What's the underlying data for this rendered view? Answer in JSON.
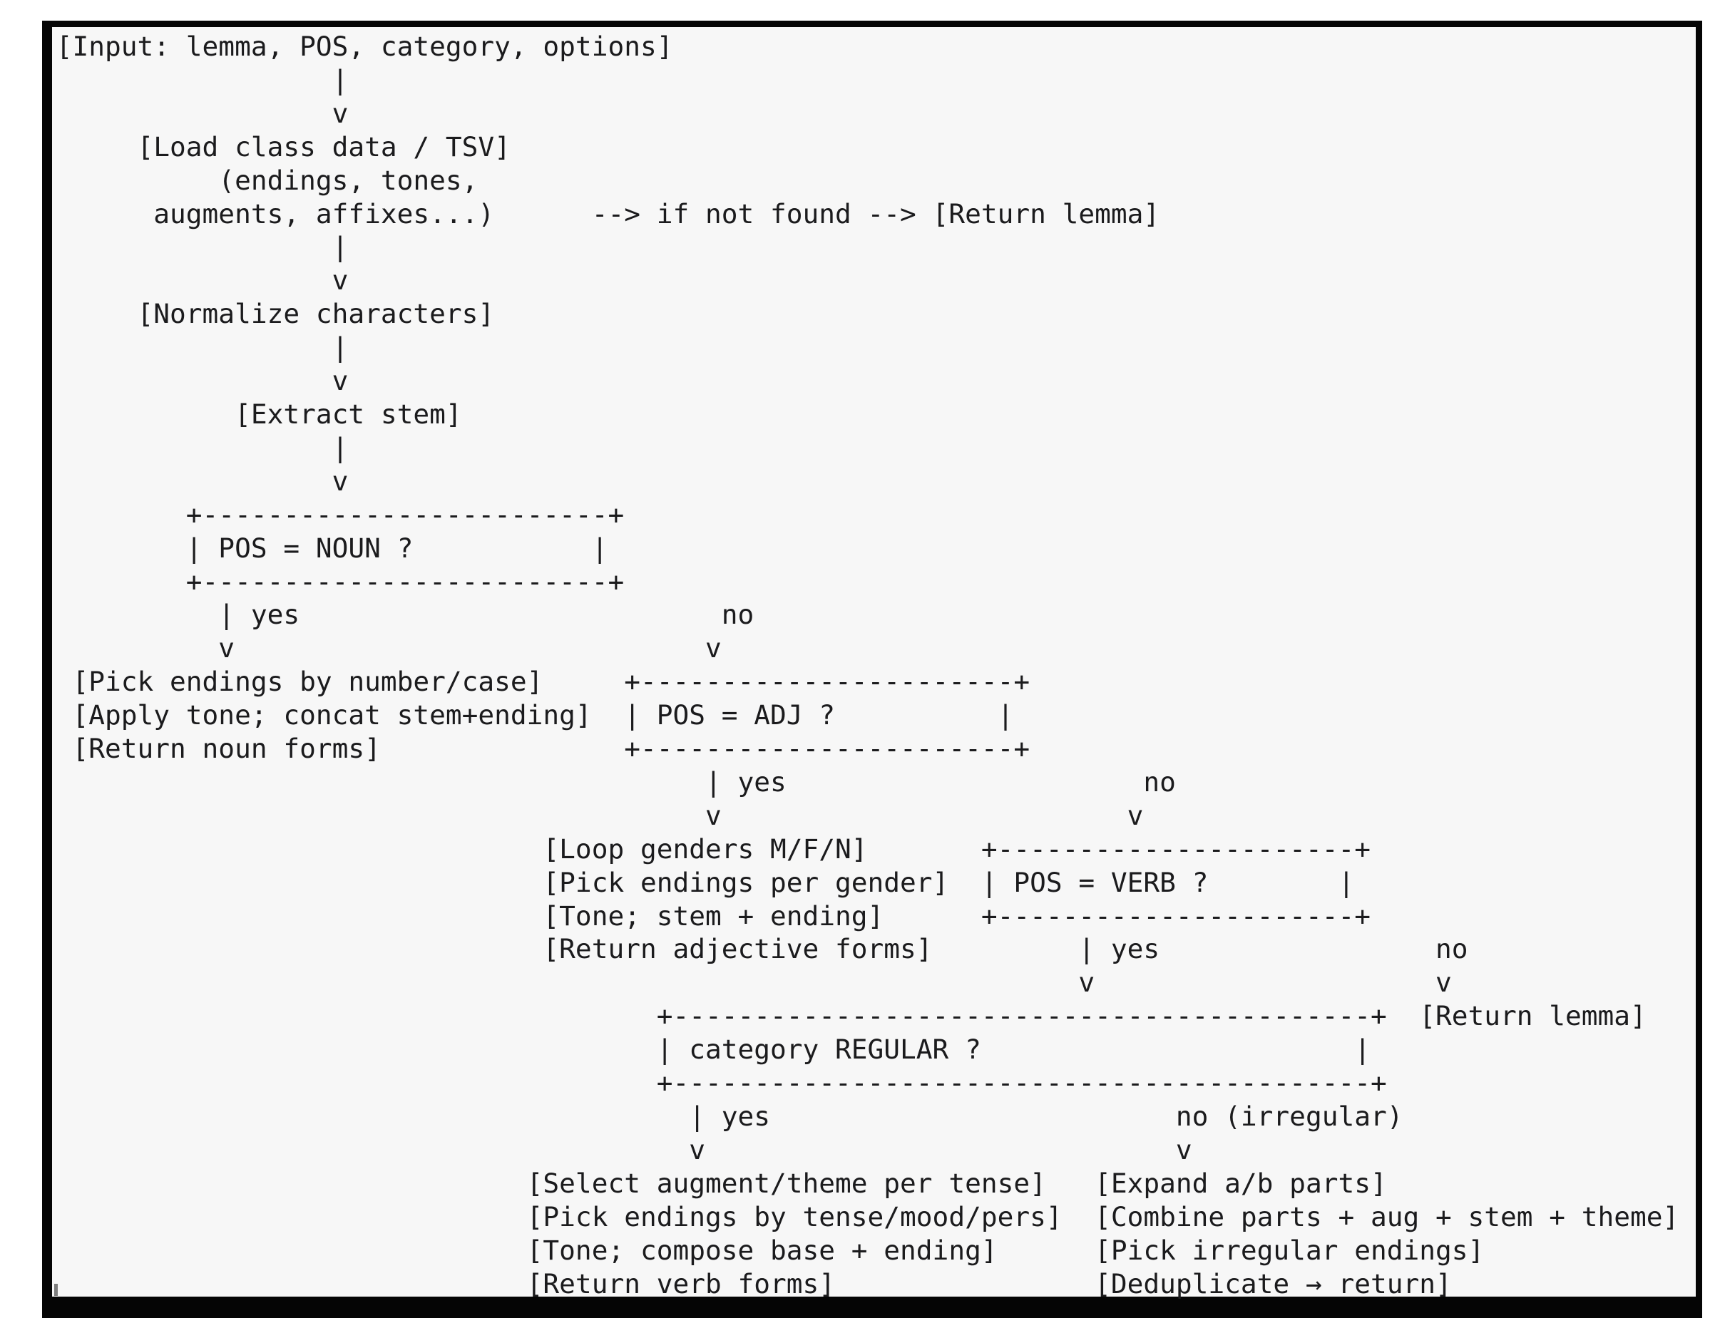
{
  "colors": {
    "outer_background": "#ffffff",
    "canvas_background": "#f7f7f7",
    "frame_border": "#050505",
    "text": "#1b1b1d",
    "caret": "#7d7d7d"
  },
  "diagram": {
    "type": "ascii-flowchart",
    "nodes": [
      "Input: lemma, POS, category, options",
      "Load class data / TSV (endings, tones, augments, affixes...)",
      "if not found: Return lemma",
      "Normalize characters",
      "Extract stem",
      "POS = NOUN ?",
      "Pick endings by number/case; Apply tone; concat stem+ending; Return noun forms",
      "POS = ADJ ?",
      "Loop genders M/F/N; Pick endings per gender; Tone; stem + ending; Return adjective forms",
      "POS = VERB ?",
      "Return lemma",
      "category REGULAR ?",
      "Select augment/theme per tense; Pick endings by tense/mood/pers; Tone; compose base + ending; Return verb forms",
      "Expand a/b parts; Combine parts + aug + stem + theme; Pick irregular endings; Deduplicate → return"
    ],
    "branch_labels": [
      "yes",
      "no",
      "no (irregular)"
    ],
    "lines": [
      " [Input: lemma, POS, category, options]",
      "                  |",
      "                  v",
      "      [Load class data / TSV]",
      "           (endings, tones,",
      "       augments, affixes...)      --> if not found --> [Return lemma]",
      "                  |",
      "                  v",
      "      [Normalize characters]",
      "                  |",
      "                  v",
      "            [Extract stem]",
      "                  |",
      "                  v",
      "         +-------------------------+",
      "         | POS = NOUN ?           |",
      "         +-------------------------+",
      "           | yes                          no",
      "           v                             v",
      "  [Pick endings by number/case]     +-----------------------+",
      "  [Apply tone; concat stem+ending]  | POS = ADJ ?          |",
      "  [Return noun forms]               +-----------------------+",
      "                                         | yes                      no",
      "                                         v                         v",
      "                               [Loop genders M/F/N]       +----------------------+",
      "                               [Pick endings per gender]  | POS = VERB ?        |",
      "                               [Tone; stem + ending]      +----------------------+",
      "                               [Return adjective forms]         | yes                 no",
      "                                                                v                     v",
      "                                      +-------------------------------------------+  [Return lemma]",
      "                                      | category REGULAR ?                       |",
      "                                      +-------------------------------------------+",
      "                                        | yes                         no (irregular)",
      "                                        v                             v",
      "                              [Select augment/theme per tense]   [Expand a/b parts]",
      "                              [Pick endings by tense/mood/pers]  [Combine parts + aug + stem + theme]",
      "                              [Tone; compose base + ending]      [Pick irregular endings]",
      "                              [Return verb forms]                [Deduplicate → return]"
    ],
    "caret_visible": true
  }
}
